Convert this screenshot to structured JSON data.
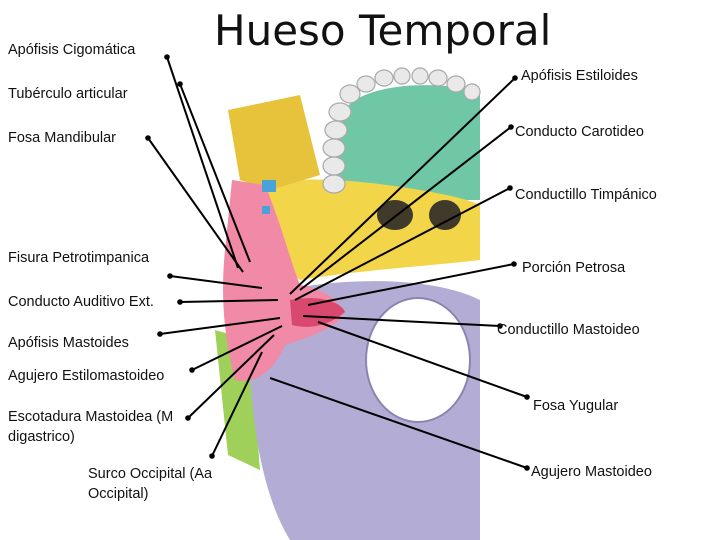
{
  "title": "Hueso Temporal",
  "labels": {
    "apofisis_cigomatica": "Apófisis Cigomática",
    "tuberculo_articular": "Tubérculo articular",
    "fosa_mandibular": "Fosa Mandibular",
    "fisura_petrotimpanica": "Fisura Petrotimpanica",
    "conducto_auditivo_ext": "Conducto Auditivo Ext.",
    "apofisis_mastoides": "Apófisis Mastoides",
    "agujero_estilomastoideo": "Agujero Estilomastoideo",
    "escotadura_mastoidea": "Escotadura Mastoidea (M digastrico)",
    "surco_occipital": "Surco Occipital (Aa Occipital)",
    "apofisis_estiloides": "Apófisis Estiloides",
    "conducto_carotideo": "Conducto Carotideo",
    "conductillo_timpanico": "Conductillo Timpánico",
    "porcion_petrosa": "Porción Petrosa",
    "conductillo_mastoideo": "Conductillo Mastoideo",
    "fosa_yugular": "Fosa Yugular",
    "agujero_mastoideo": "Agujero Mastoideo"
  },
  "colors": {
    "occipital": "#b3acd4",
    "palatine": "#6fc7a6",
    "sphenoid": "#f3d54a",
    "temporal": "#f08aa6",
    "temporal_dark": "#d9486e",
    "parietal": "#9ed05a",
    "zygomatic": "#e6c33a",
    "teeth": "#e9e9e9"
  }
}
